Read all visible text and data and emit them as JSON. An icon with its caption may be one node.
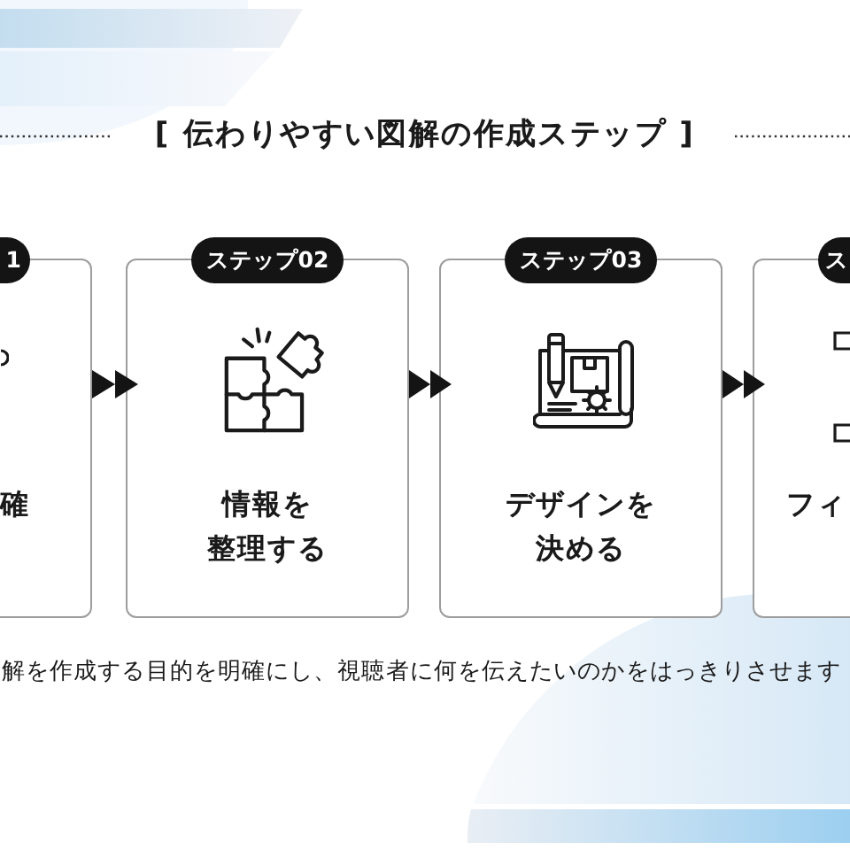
{
  "diagram": {
    "title": "[ 伝わりやすい図解の作成ステップ ]",
    "nodes": [
      {
        "text": [
          "1",
          "確"
        ]
      },
      {
        "text": [
          "ステップ02",
          "情報を整理する"
        ]
      },
      {
        "text": [
          "ステップ03",
          "デザインを決める"
        ]
      },
      {
        "text": [
          "ス",
          "フィ"
        ]
      }
    ],
    "edges": [
      {
        "from": 0,
        "to": 1,
        "arrow": "to"
      },
      {
        "from": 1,
        "to": 2,
        "arrow": "to"
      },
      {
        "from": 2,
        "to": 3,
        "arrow": "to"
      }
    ],
    "labels": [
      "解を作成する目的を明確にし、視聴者に何を伝えたいのかをはっきりさせます"
    ]
  }
}
